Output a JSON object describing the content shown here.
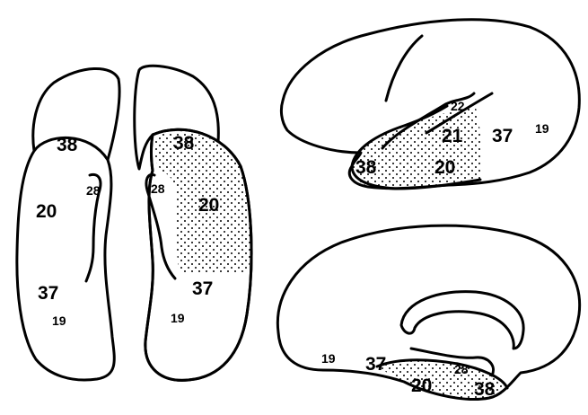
{
  "colors": {
    "ink": "#000000",
    "paper": "#ffffff",
    "stipple": "#000000"
  },
  "ventral_view": {
    "left_hemisphere": {
      "label_38": "38",
      "label_28": "28",
      "label_20": "20",
      "label_37": "37",
      "label_19": "19"
    },
    "right_hemisphere": {
      "label_38": "38",
      "label_28": "28",
      "label_20": "20",
      "label_37": "37",
      "label_19": "19"
    }
  },
  "lateral_view": {
    "label_22": "22",
    "label_21": "21",
    "label_37": "37",
    "label_19": "19",
    "label_38": "38",
    "label_20": "20"
  },
  "medial_view": {
    "label_19": "19",
    "label_37": "37",
    "label_28": "28",
    "label_20": "20",
    "label_38": "38"
  }
}
